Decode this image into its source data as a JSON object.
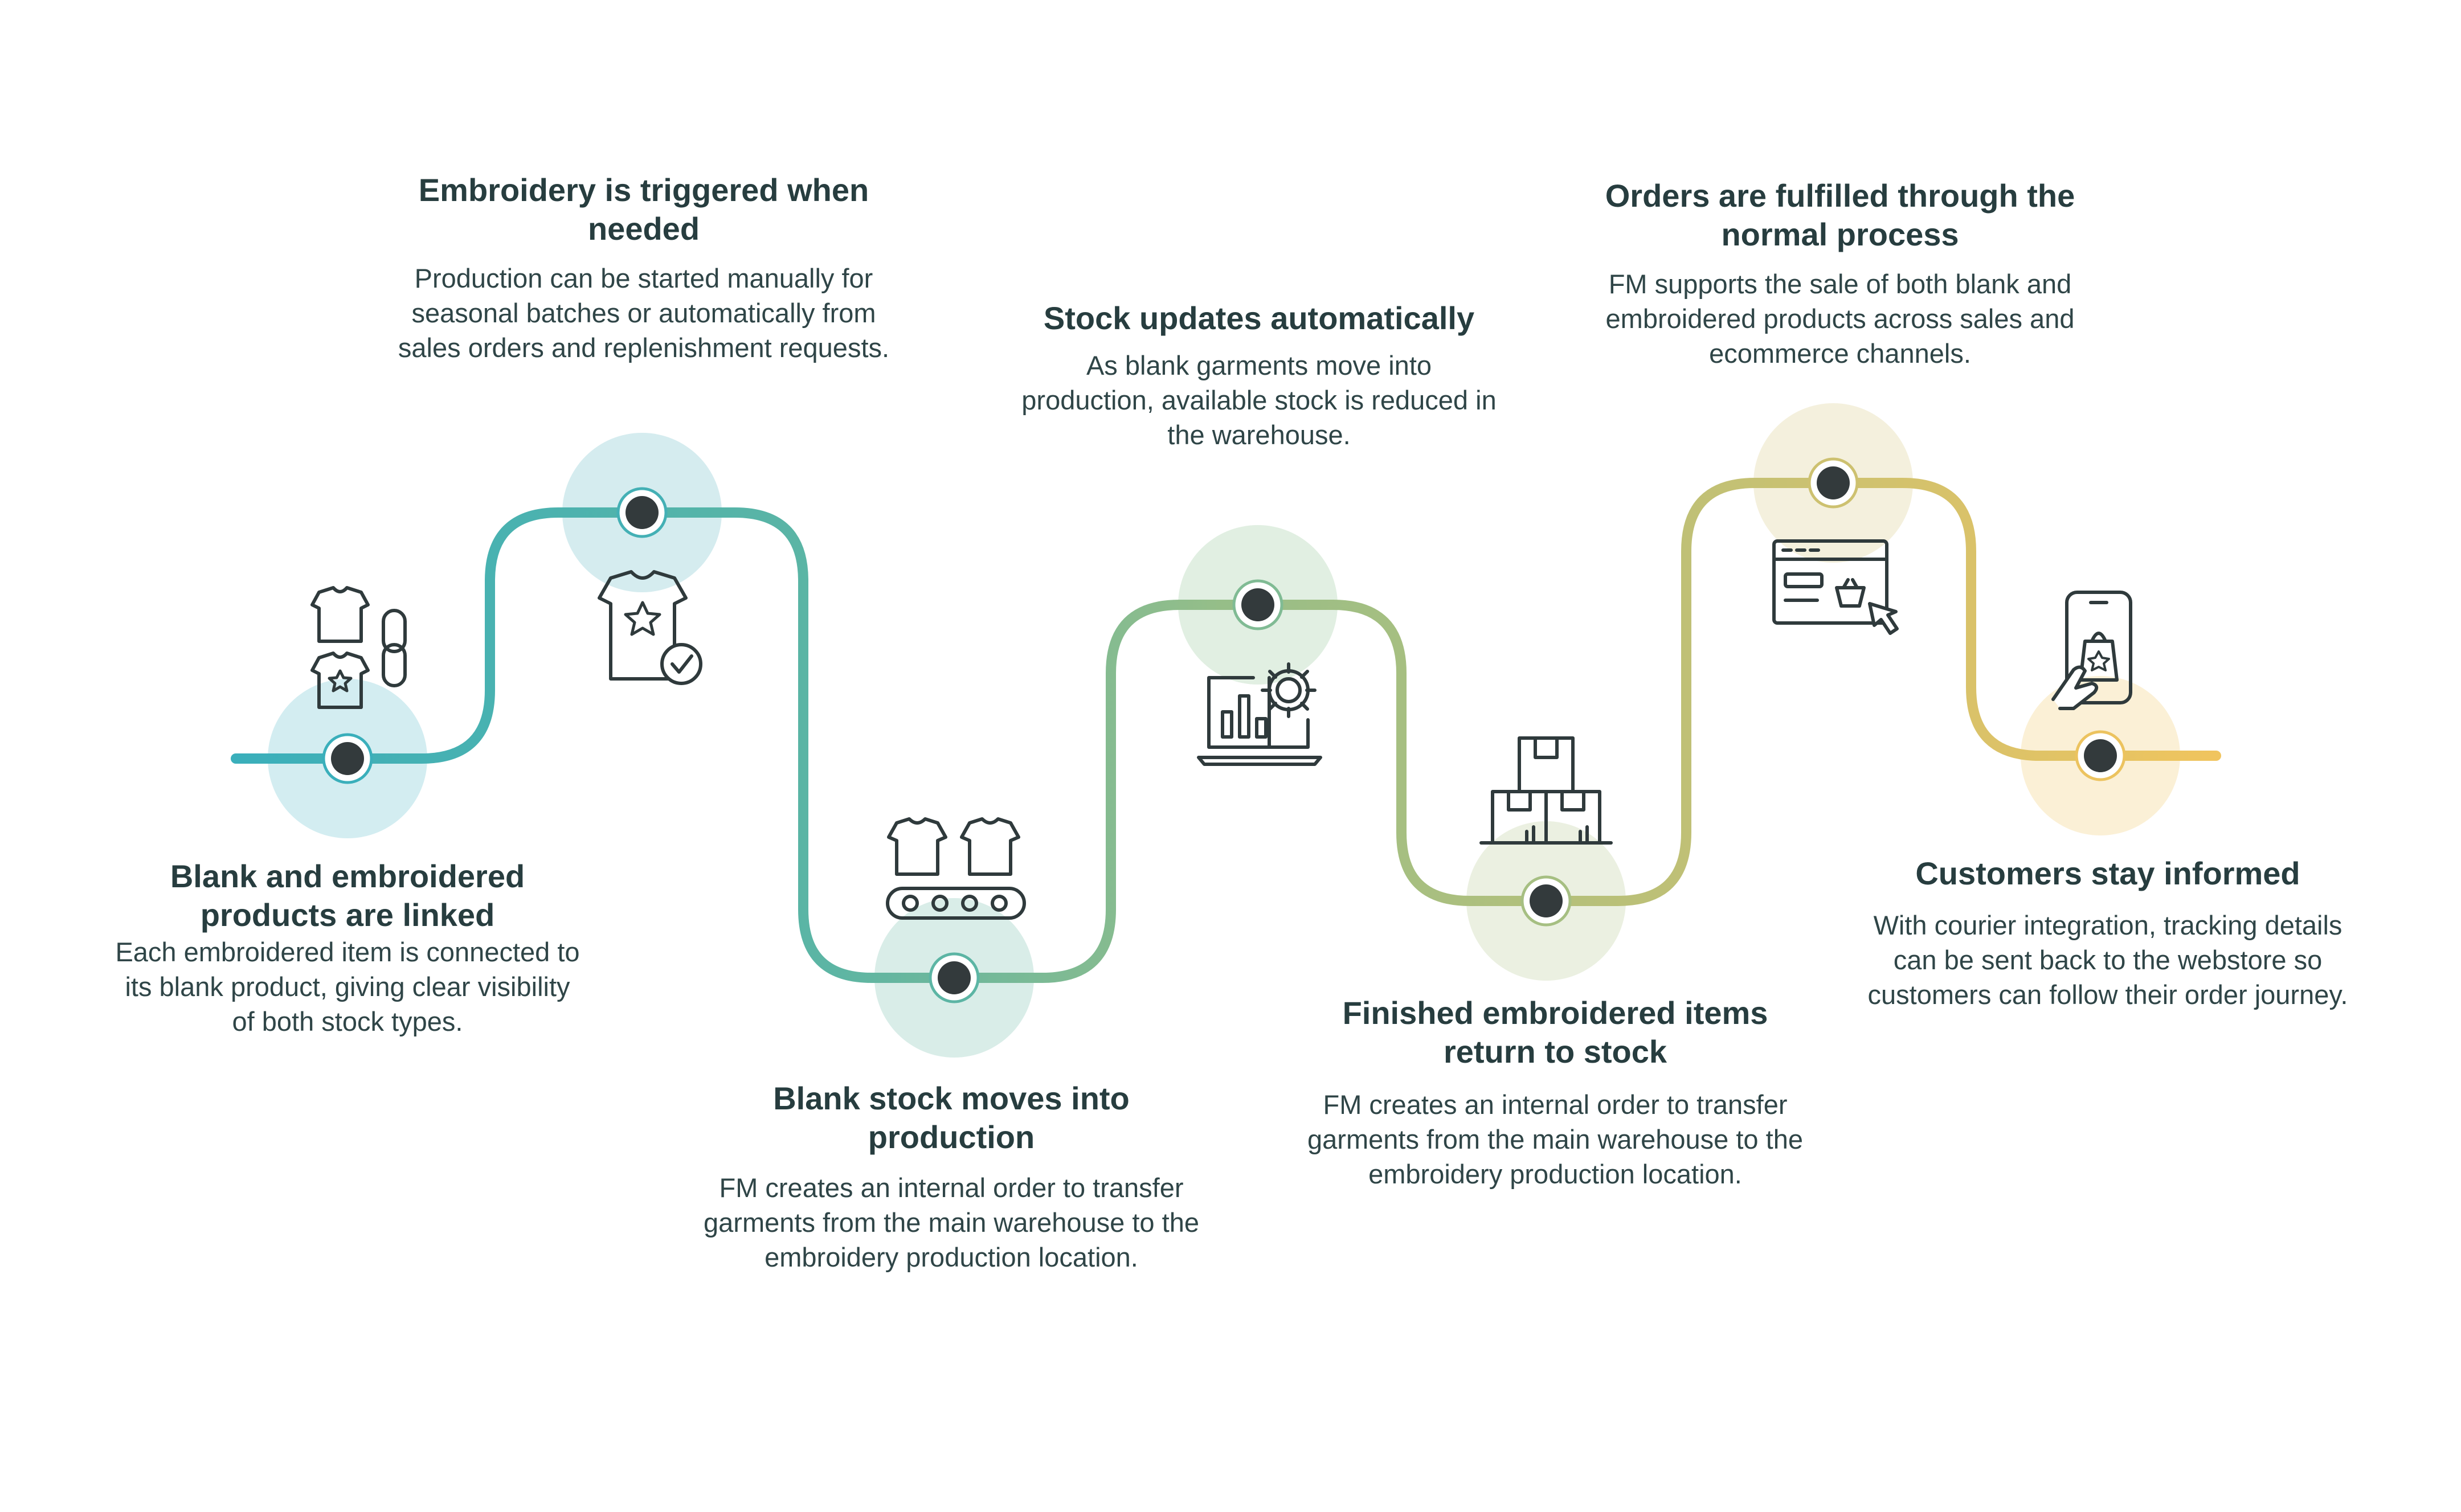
{
  "colors": {
    "text": "#273d3f",
    "node_fill": "#333a3c",
    "path_gradient": [
      "#3aafbb",
      "#5cb5a4",
      "#96be88",
      "#c8c172",
      "#f0c45e"
    ],
    "halos": [
      "#d3edf1",
      "#d5ecef",
      "#d9ede8",
      "#e1efe2",
      "#ebf0e1",
      "#f4f0dd",
      "#fbf0d6"
    ]
  },
  "steps": [
    {
      "title": "Blank and embroidered products are linked",
      "description": "Each embroidered item is connected to its blank product, giving clear visibility of both stock types.",
      "icon": "shirts-link-icon"
    },
    {
      "title": "Embroidery is triggered when needed",
      "description": "Production can be started manually for seasonal batches or automatically from sales orders and replenishment requests.",
      "icon": "star-shirt-check-icon"
    },
    {
      "title": "Blank stock moves into production",
      "description": "FM creates an internal order to transfer garments from the main warehouse to the embroidery production location.",
      "icon": "conveyor-shirts-icon"
    },
    {
      "title": "Stock updates automatically",
      "description": "As blank garments move into production, available stock is reduced in the warehouse.",
      "icon": "laptop-chart-gear-icon"
    },
    {
      "title": "Finished embroidered items return to stock",
      "description": "FM creates an internal order to transfer garments from the main warehouse to the embroidery production location.",
      "icon": "stacked-boxes-icon"
    },
    {
      "title": "Orders are fulfilled through the normal process",
      "description": "FM supports the sale of both blank and embroidered products across sales and ecommerce channels.",
      "icon": "webstore-basket-icon"
    },
    {
      "title": "Customers stay informed",
      "description": "With courier integration, tracking details can be sent back to the webstore so customers can follow their order journey.",
      "icon": "phone-shopping-icon"
    }
  ]
}
